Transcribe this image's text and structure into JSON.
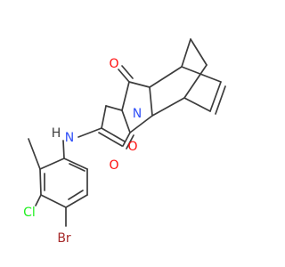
{
  "colors": {
    "bond": "#3c3c3c",
    "oxygen": "#ff0d0d",
    "nitrogen": "#3050f8",
    "chlorine": "#1ff01f",
    "bromine": "#a62929",
    "carbon_label": "#3c3c3c",
    "background": "#ffffff"
  },
  "atoms": {
    "o_top": "O",
    "o_bottom": "O",
    "o_amide": "O",
    "n_imide": "N",
    "n_amide": "N",
    "h_amide": "H",
    "cl": "Cl",
    "br": "Br"
  }
}
